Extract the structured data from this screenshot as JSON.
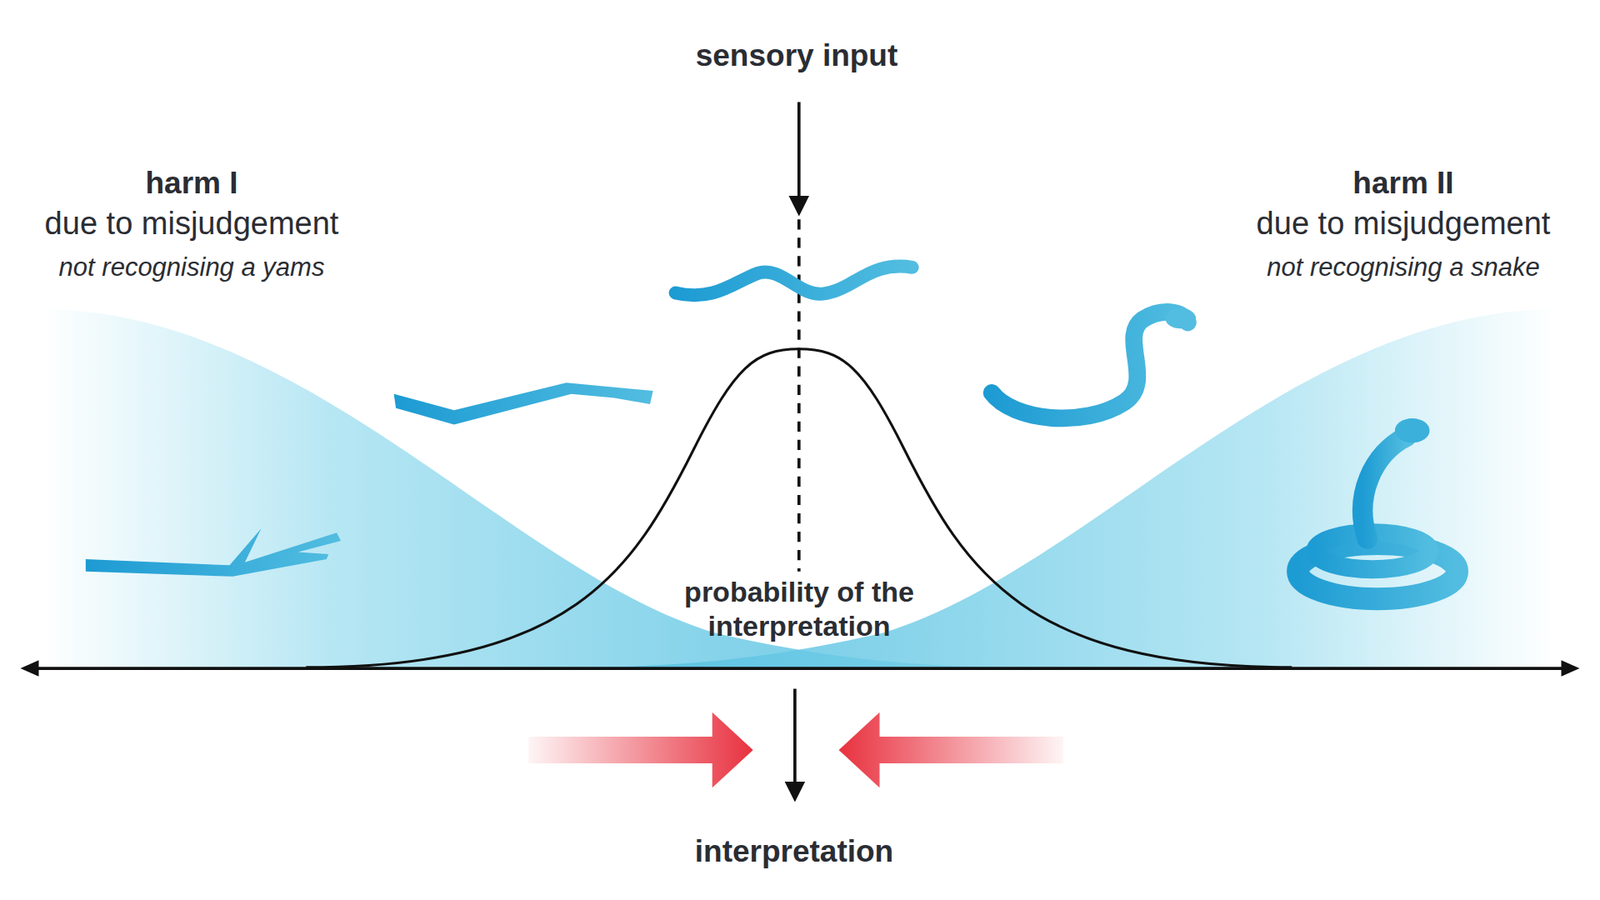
{
  "diagram": {
    "labels": [
      "sensory input",
      "harm I",
      "due to misjudgement",
      "not recognising a yams",
      "harm II",
      "due to misjudgement",
      "not recognising a snake",
      "probability of the interpretation",
      "interpretation"
    ]
  }
}
